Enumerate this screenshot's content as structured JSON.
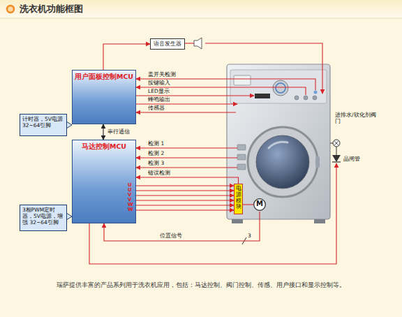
{
  "diagram": {
    "title": "洗衣机功能框图",
    "caption": "瑞萨提供丰富的产品系列用于洗衣机应用，包括：马达控制、阀门控制、传感、用户接口和显示控制等。",
    "nodes": [
      {
        "text": [
          "用户面板控制MCU"
        ]
      },
      {
        "text": [
          "计时器，5V电源 32~64引脚"
        ]
      },
      {
        "text": [
          "马达控制MCU"
        ]
      },
      {
        "text": [
          "3相PWM定时器，5V电源，增强 32~64引脚"
        ]
      },
      {
        "text": [
          "语音发生器"
        ]
      },
      {
        "text": [
          "电源模块"
        ]
      },
      {
        "text": [
          "M"
        ]
      }
    ],
    "edges": [
      {
        "from": 0,
        "to": 4,
        "arrow": "to"
      },
      {
        "from": 0,
        "to": 2,
        "arrow": "both",
        "label": "串行通信"
      },
      {
        "from": 5,
        "to": 2,
        "arrow": "to",
        "label": "错误检测"
      },
      {
        "from": 2,
        "to": 5,
        "arrow": "to"
      },
      {
        "from": 2,
        "to": 5,
        "arrow": "to"
      },
      {
        "from": 2,
        "to": 5,
        "arrow": "to"
      },
      {
        "from": 2,
        "to": 5,
        "arrow": "to"
      },
      {
        "from": 2,
        "to": 5,
        "arrow": "to"
      },
      {
        "from": 2,
        "to": 5,
        "arrow": "to"
      },
      {
        "from": 5,
        "to": 6,
        "arrow": "none"
      },
      {
        "from": 6,
        "to": 2,
        "arrow": "to",
        "label": "位置信号"
      }
    ],
    "labels": [
      "盖开关检测",
      "按键输入",
      "LED显示",
      "蜂鸣输出",
      "传感器",
      "检测 1",
      "检测 2",
      "检测 3",
      "U",
      "U",
      "V",
      "V",
      "W",
      "W",
      "3",
      "进排水/软化剂阀门",
      "晶闸管"
    ]
  }
}
